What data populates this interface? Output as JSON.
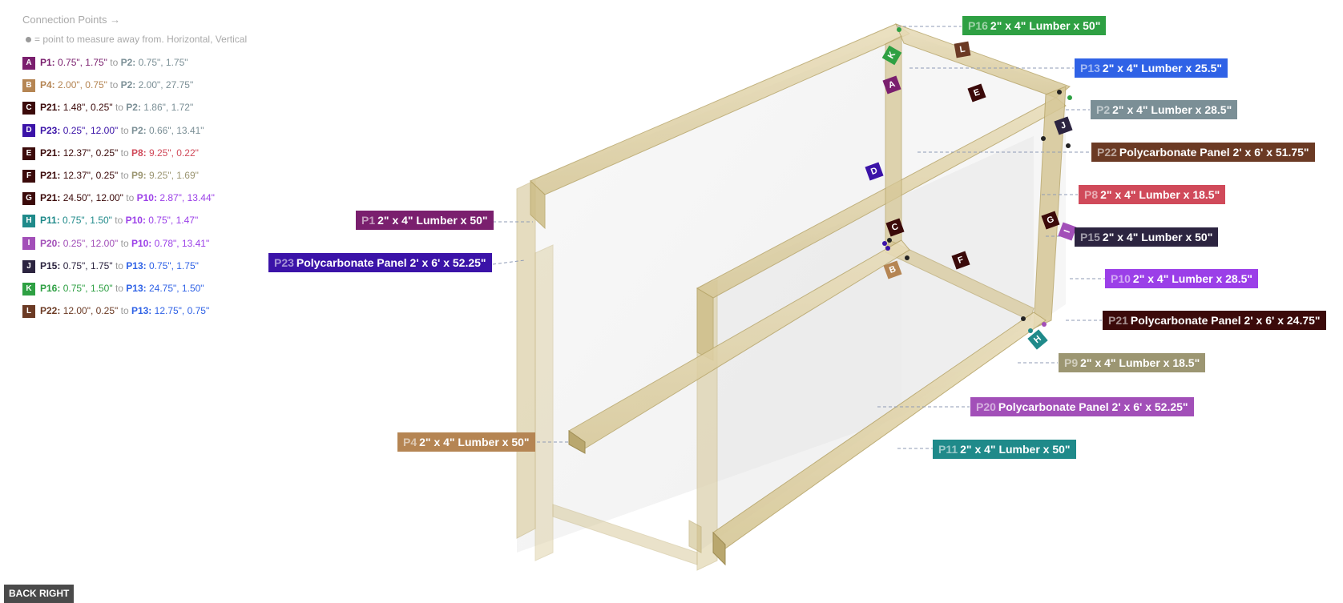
{
  "legend": {
    "title": "Connection Points →",
    "subtitle": "= point to measure away from. Horizontal, Vertical",
    "rows": [
      {
        "key": "A",
        "color": "#7a1f6e",
        "from": "P1:",
        "from_color": "#7a1f6e",
        "from_vals": "0.75\", 1.75\"",
        "to": "P2:",
        "to_color": "#7b8f96",
        "to_vals": "0.75\", 1.75\""
      },
      {
        "key": "B",
        "color": "#b58553",
        "from": "P4:",
        "from_color": "#b58553",
        "from_vals": "2.00\", 0.75\"",
        "to": "P2:",
        "to_color": "#7b8f96",
        "to_vals": "2.00\", 27.75\""
      },
      {
        "key": "C",
        "color": "#3b0a0a",
        "from": "P21:",
        "from_color": "#3b0a0a",
        "from_vals": "1.48\", 0.25\"",
        "to": "P2:",
        "to_color": "#7b8f96",
        "to_vals": "1.86\", 1.72\""
      },
      {
        "key": "D",
        "color": "#3b13a8",
        "from": "P23:",
        "from_color": "#3b13a8",
        "from_vals": "0.25\", 12.00\"",
        "to": "P2:",
        "to_color": "#7b8f96",
        "to_vals": "0.66\", 13.41\""
      },
      {
        "key": "E",
        "color": "#3b0a0a",
        "from": "P21:",
        "from_color": "#3b0a0a",
        "from_vals": "12.37\", 0.25\"",
        "to": "P8:",
        "to_color": "#d04a5a",
        "to_vals": "9.25\", 0.22\""
      },
      {
        "key": "F",
        "color": "#3b0a0a",
        "from": "P21:",
        "from_color": "#3b0a0a",
        "from_vals": "12.37\", 0.25\"",
        "to": "P9:",
        "to_color": "#9c9672",
        "to_vals": "9.25\", 1.69\""
      },
      {
        "key": "G",
        "color": "#3b0a0a",
        "from": "P21:",
        "from_color": "#3b0a0a",
        "from_vals": "24.50\", 12.00\"",
        "to": "P10:",
        "to_color": "#9b3fe8",
        "to_vals": "2.87\", 13.44\""
      },
      {
        "key": "H",
        "color": "#1f8a8a",
        "from": "P11:",
        "from_color": "#1f8a8a",
        "from_vals": "0.75\", 1.50\"",
        "to": "P10:",
        "to_color": "#9b3fe8",
        "to_vals": "0.75\", 1.47\""
      },
      {
        "key": "I",
        "color": "#a24fb8",
        "from": "P20:",
        "from_color": "#a24fb8",
        "from_vals": "0.25\", 12.00\"",
        "to": "P10:",
        "to_color": "#9b3fe8",
        "to_vals": "0.78\", 13.41\""
      },
      {
        "key": "J",
        "color": "#2c2440",
        "from": "P15:",
        "from_color": "#2c2440",
        "from_vals": "0.75\", 1.75\"",
        "to": "P13:",
        "to_color": "#2f62e6",
        "to_vals": "0.75\", 1.75\""
      },
      {
        "key": "K",
        "color": "#2ea043",
        "from": "P16:",
        "from_color": "#2ea043",
        "from_vals": "0.75\", 1.50\"",
        "to": "P13:",
        "to_color": "#2f62e6",
        "to_vals": "24.75\", 1.50\""
      },
      {
        "key": "L",
        "color": "#6b3a24",
        "from": "P22:",
        "from_color": "#6b3a24",
        "from_vals": "12.00\", 0.25\"",
        "to": "P13:",
        "to_color": "#2f62e6",
        "to_vals": "12.75\", 0.75\""
      }
    ],
    "connector_word": "to"
  },
  "parts": [
    {
      "id": "P16",
      "name": "2\" x 4\" Lumber  x 50\"",
      "color": "#2ea043"
    },
    {
      "id": "P13",
      "name": "2\" x 4\" Lumber  x 25.5\"",
      "color": "#2f62e6"
    },
    {
      "id": "P2",
      "name": "2\" x 4\" Lumber  x 28.5\"",
      "color": "#7b8f96"
    },
    {
      "id": "P22",
      "name": "Polycarbonate Panel 2' x 6'  x 51.75\"",
      "color": "#6b3a24"
    },
    {
      "id": "P8",
      "name": "2\" x 4\" Lumber  x 18.5\"",
      "color": "#d04a5a"
    },
    {
      "id": "P1",
      "name": "2\" x 4\" Lumber  x 50\"",
      "color": "#7a1f6e"
    },
    {
      "id": "P15",
      "name": "2\" x 4\" Lumber  x 50\"",
      "color": "#2c2440"
    },
    {
      "id": "P23",
      "name": "Polycarbonate Panel 2' x 6'  x 52.25\"",
      "color": "#3b13a8"
    },
    {
      "id": "P10",
      "name": "2\" x 4\" Lumber  x 28.5\"",
      "color": "#9b3fe8"
    },
    {
      "id": "P21",
      "name": "Polycarbonate Panel 2' x 6'  x 24.75\"",
      "color": "#3b0a0a"
    },
    {
      "id": "P9",
      "name": "2\" x 4\" Lumber  x 18.5\"",
      "color": "#9c9672"
    },
    {
      "id": "P20",
      "name": "Polycarbonate Panel 2' x 6'  x 52.25\"",
      "color": "#a24fb8"
    },
    {
      "id": "P4",
      "name": "2\" x 4\" Lumber  x 50\"",
      "color": "#b58553"
    },
    {
      "id": "P11",
      "name": "2\" x 4\" Lumber  x 50\"",
      "color": "#1f8a8a"
    }
  ],
  "connection_badges": [
    {
      "key": "A",
      "color": "#7a1f6e"
    },
    {
      "key": "B",
      "color": "#b58553"
    },
    {
      "key": "C",
      "color": "#3b0a0a"
    },
    {
      "key": "D",
      "color": "#3b13a8"
    },
    {
      "key": "E",
      "color": "#3b0a0a"
    },
    {
      "key": "F",
      "color": "#3b0a0a"
    },
    {
      "key": "G",
      "color": "#3b0a0a"
    },
    {
      "key": "H",
      "color": "#1f8a8a"
    },
    {
      "key": "I",
      "color": "#a24fb8"
    },
    {
      "key": "J",
      "color": "#2c2440"
    },
    {
      "key": "K",
      "color": "#2ea043"
    },
    {
      "key": "L",
      "color": "#6b3a24"
    }
  ],
  "view_button": "BACK RIGHT"
}
